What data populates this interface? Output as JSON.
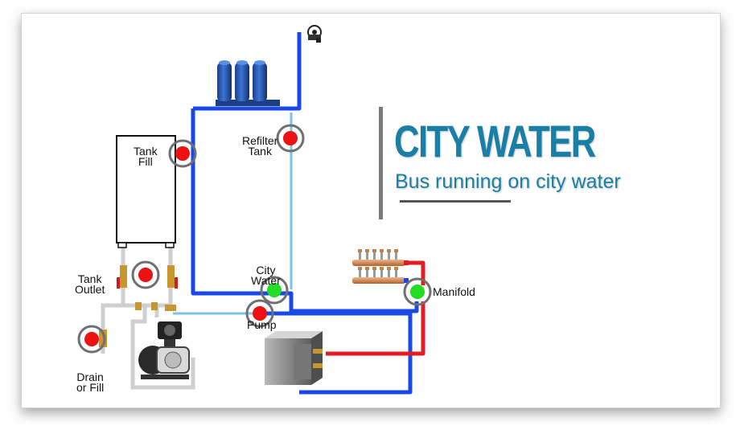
{
  "title": "CITY WATER",
  "subtitle": "Bus running on city water",
  "labels": {
    "tank_fill": "Tank\nFill",
    "refilter_tank": "Refilter\nTank",
    "tank_outlet": "Tank\nOutlet",
    "city_water": "City\nWater",
    "pump": "Pump",
    "manifold": "Manifold",
    "drain_or_fill": "Drain\nor Fill"
  },
  "valve_states": {
    "tank_fill": "red",
    "refilter_tank": "red",
    "tank_outlet": "red",
    "city_water": "green",
    "pump": "red",
    "manifold": "green",
    "drain_or_fill": "red"
  },
  "colors": {
    "title": "#1a7fa6",
    "pipe_blue": "#1a48e6",
    "pipe_light_blue": "#7ac3ea",
    "pipe_red": "#e31b23",
    "pipe_gray": "#cfcfcf",
    "valve_red": "#ee1111",
    "valve_green": "#22dd22",
    "valve_ring": "#6f6f6f"
  },
  "icons": {
    "filters": "water-filter-icon",
    "faucet": "faucet-icon",
    "water_tank": "water-tank-icon",
    "pump": "water-pump-icon",
    "pressure_switch": "pressure-switch-icon",
    "water_heater": "water-heater-icon",
    "manifold": "pex-manifold-icon"
  }
}
